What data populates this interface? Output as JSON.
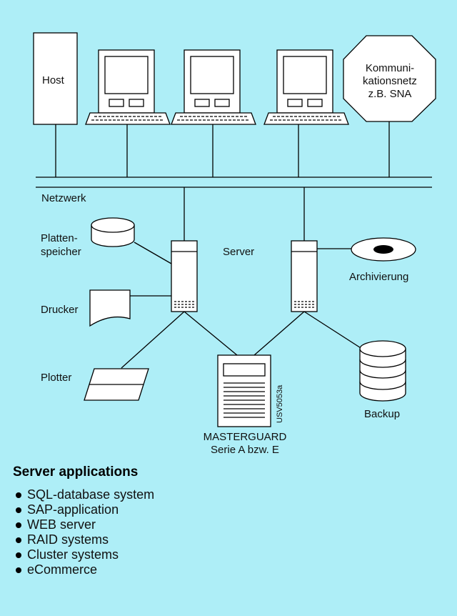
{
  "colors": {
    "background": "#aeeef7",
    "stroke": "#000000",
    "fill": "#ffffff"
  },
  "diagram": {
    "host_label": "Host",
    "comm_label_line1": "Kommuni-",
    "comm_label_line2": "kationsnetz",
    "comm_label_line3": "z.B. SNA",
    "network_label": "Netzwerk",
    "disk_label_line1": "Platten-",
    "disk_label_line2": "speicher",
    "printer_label": "Drucker",
    "plotter_label": "Plotter",
    "server_label": "Server",
    "archive_label": "Archivierung",
    "backup_label": "Backup",
    "ups_label_line1": "MASTERGUARD",
    "ups_label_line2": "Serie A bzw. E",
    "ups_code": "USV5053a"
  },
  "applications": {
    "title": "Server applications",
    "items": [
      "SQL-database system",
      "SAP-application",
      "WEB server",
      "RAID systems",
      "Cluster systems",
      "eCommerce"
    ]
  }
}
